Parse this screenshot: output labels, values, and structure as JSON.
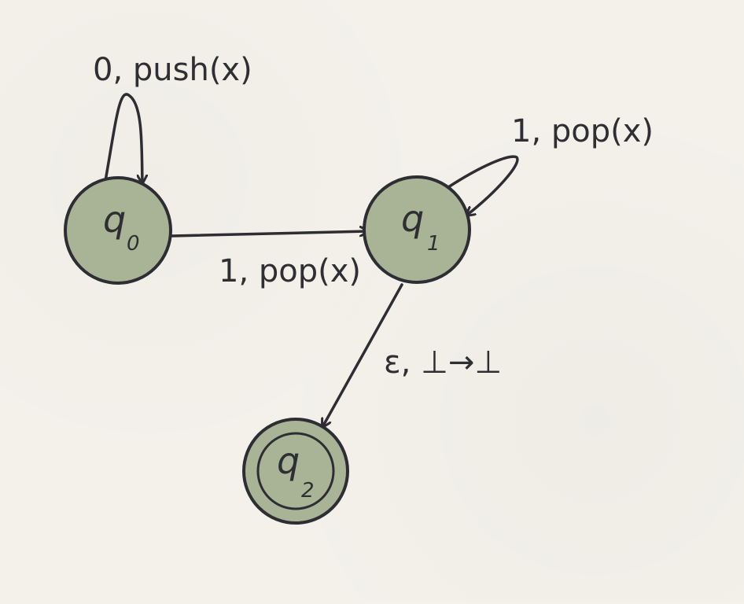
{
  "diagram": {
    "type": "pushdown automaton state diagram",
    "colors": {
      "state_fill": "#a8b495",
      "stroke": "#2e2d33",
      "background": "#f3f1ea"
    },
    "states": [
      {
        "id": "q0",
        "name": "q",
        "subscript": "0",
        "accepting": false
      },
      {
        "id": "q1",
        "name": "q",
        "subscript": "1",
        "accepting": false
      },
      {
        "id": "q2",
        "name": "q",
        "subscript": "2",
        "accepting": true
      }
    ],
    "transitions": [
      {
        "from": "q0",
        "to": "q0",
        "label": "0, push(x)"
      },
      {
        "from": "q0",
        "to": "q1",
        "label": "1, pop(x)"
      },
      {
        "from": "q1",
        "to": "q1",
        "label": "1, pop(x)"
      },
      {
        "from": "q1",
        "to": "q2",
        "label": "ε, ⊥→⊥"
      }
    ]
  }
}
